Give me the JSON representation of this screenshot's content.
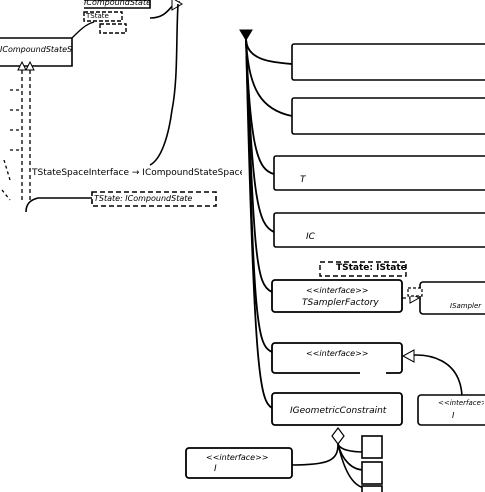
{
  "diagram": {
    "left_cluster": {
      "top_label": "ICompoundStateSpace",
      "left_label": "ICompoundStateSpace",
      "partial_label": "TState",
      "edge_label": "TStateSpaceInterface → ICompoundStateSpace",
      "bottom_box_label": "TState: ICompoundState"
    },
    "right_cluster": {
      "partial_box_1_label": "T",
      "partial_box_2_label": "IC",
      "type_param_label": "TState: IState",
      "sampler_factory": {
        "stereotype": "<<interface>>",
        "name": "TSamplerFactory"
      },
      "sampler_target_label": "ISampler",
      "interface_box": {
        "stereotype": "<<interface>>",
        "name": ""
      },
      "geometric_constraint": {
        "name": "IGeometricConstraint"
      },
      "right_interface": {
        "stereotype": "<<interface>>",
        "name": "I"
      },
      "bottom_interface": {
        "stereotype": "<<interface>>",
        "name": "I"
      }
    },
    "colors": {
      "line": "#000000",
      "box_fill": "#ffffff",
      "background": "#ffffff"
    }
  }
}
